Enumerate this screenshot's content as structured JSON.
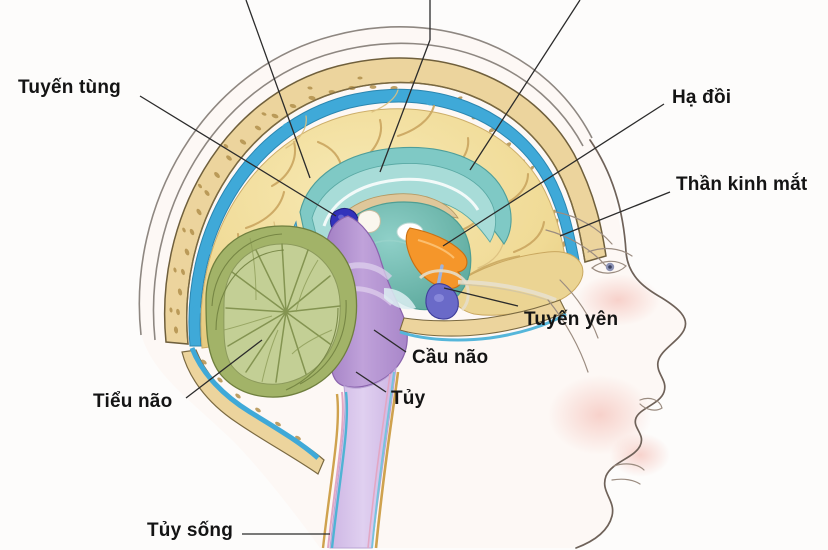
{
  "diagram": {
    "title": "Sagittal section of the human brain with Vietnamese anatomical labels",
    "language": "vi",
    "background_color": "#fdfcfb",
    "leader_line_color": "#2b2b2b",
    "label_text_color": "#141414"
  },
  "labels": [
    {
      "id": "pineal",
      "text": "Tuyến tùng",
      "target": "pineal gland"
    },
    {
      "id": "hypothalamus",
      "text": "Hạ đồi",
      "target": "hypothalamus"
    },
    {
      "id": "optic_nerve",
      "text": "Thần kinh mắt",
      "target": "optic nerve"
    },
    {
      "id": "pituitary",
      "text": "Tuyến yên",
      "target": "pituitary gland"
    },
    {
      "id": "pons",
      "text": "Cầu não",
      "target": "pons"
    },
    {
      "id": "medulla",
      "text": "Tủy",
      "target": "medulla oblongata"
    },
    {
      "id": "cerebellum",
      "text": "Tiểu não",
      "target": "cerebellum"
    },
    {
      "id": "spinal_cord",
      "text": "Tủy sống",
      "target": "spinal cord"
    }
  ],
  "cropped_labels_note": "Three leader lines enter from the top edge; their label text is cropped off-screen.",
  "structures": {
    "scalp_outline": {
      "name": "scalp outline",
      "color": "#9a9a97"
    },
    "skull_bone": {
      "name": "skull diploe",
      "color": "#e7cd96"
    },
    "skull_speckle": {
      "name": "diploe speckles",
      "color": "#b08c4a"
    },
    "dura_csf": {
      "name": "dura / CSF layer",
      "color": "#3ba9d6"
    },
    "cerebral_cortex": {
      "name": "cerebral cortex",
      "color": "#f2de9c"
    },
    "sulci": {
      "name": "cortical sulci",
      "color": "#cfae63"
    },
    "corpus_callosum": {
      "name": "corpus callosum",
      "color": "#7fc8c4"
    },
    "thalamus": {
      "name": "thalamus",
      "color": "#6fb9ac"
    },
    "ventricle": {
      "name": "third ventricle",
      "color": "#ffffff"
    },
    "hypothalamus": {
      "name": "hypothalamus",
      "color": "#f5962a"
    },
    "pineal_gland": {
      "name": "pineal gland",
      "color": "#3b3bbf"
    },
    "pituitary_gland": {
      "name": "pituitary gland",
      "color": "#6a6ac8"
    },
    "cerebellum": {
      "name": "cerebellum",
      "color": "#97aa5d"
    },
    "cerebellum_light": {
      "name": "arbor vitae",
      "color": "#c3cf95"
    },
    "brainstem": {
      "name": "brainstem / pons",
      "color": "#b08ecd"
    },
    "spinal_cord": {
      "name": "spinal cord",
      "color": "#d4c0e8"
    },
    "face_skin": {
      "name": "face skin",
      "color": "#fdf7f4"
    },
    "face_line": {
      "name": "face contour line",
      "color": "#6f6259"
    },
    "blush": {
      "name": "cheek blush",
      "color": "#f3c9c3"
    }
  }
}
